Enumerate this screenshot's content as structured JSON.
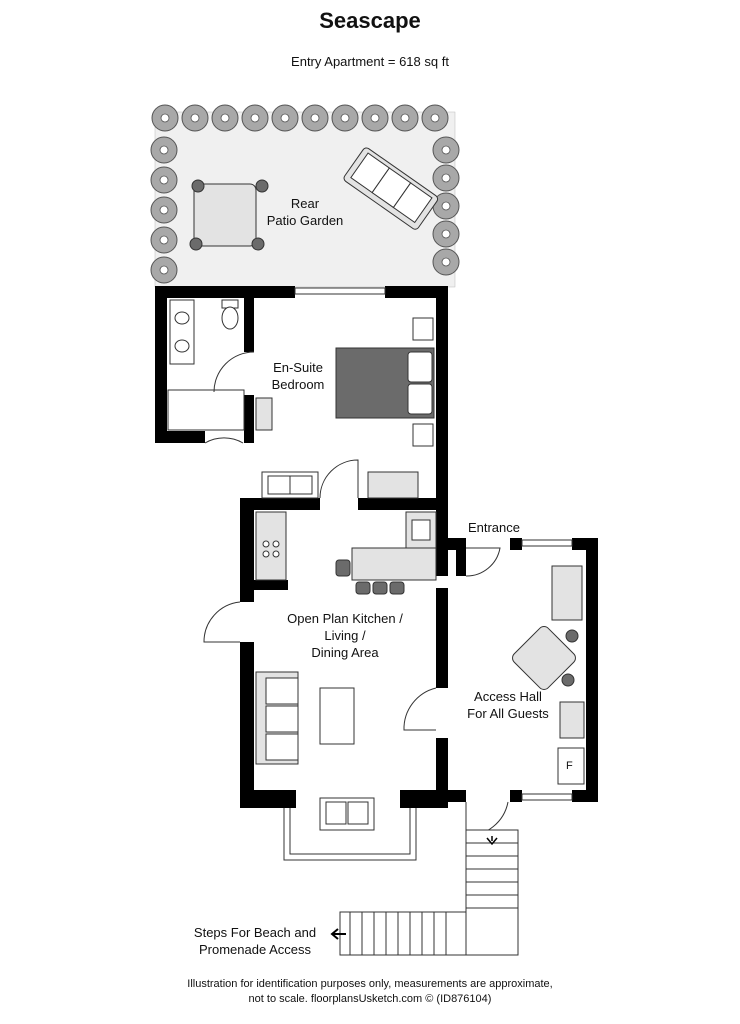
{
  "title": "Seascape",
  "subtitle": "Entry Apartment = 618 sq ft",
  "rooms": {
    "patio_line1": "Rear",
    "patio_line2": "Patio Garden",
    "bedroom_line1": "En-Suite",
    "bedroom_line2": "Bedroom",
    "kitchen_line1": "Open Plan Kitchen /",
    "kitchen_line2": "Living /",
    "kitchen_line3": "Dining Area",
    "entrance": "Entrance",
    "hall_line1": "Access Hall",
    "hall_line2": "For All Guests",
    "steps_line1": "Steps For Beach and",
    "steps_line2": "Promenade Access"
  },
  "fridge_label": "F",
  "footer": {
    "line1": "Illustration for identification purposes only, measurements are approximate,",
    "line2": "not to scale. floorplansUsketch.com © (ID876104)"
  },
  "colors": {
    "wall": "#000000",
    "furniture_fill": "#e3e3e3",
    "bed_fill": "#6b6b6b",
    "plant_fill": "#a8a8a8"
  }
}
